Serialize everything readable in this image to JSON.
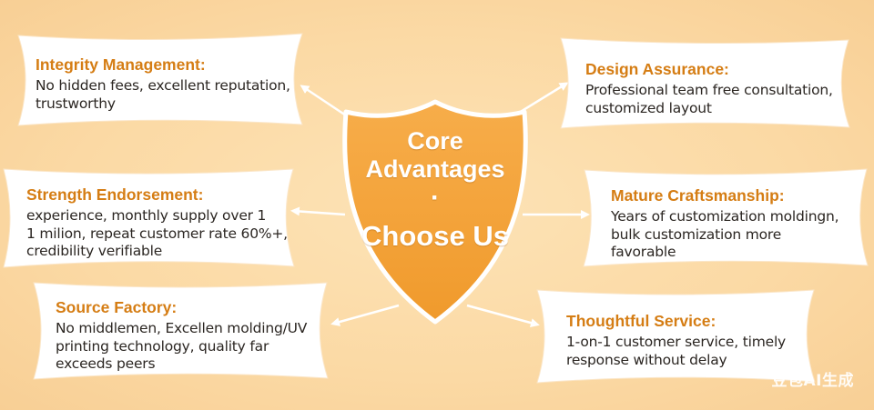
{
  "center": {
    "line1": "Core",
    "line2": "Advantages",
    "separator": "·",
    "line3": "Choose Us"
  },
  "cards": [
    {
      "title": "Integrity Management:",
      "lines": [
        "No hidden fees, excellent reputation,",
        "trustworthy"
      ]
    },
    {
      "title": "Design Assurance:",
      "lines": [
        "Professional team free consultation,",
        "customized layout"
      ]
    },
    {
      "title": "Strength Endorsement:",
      "lines": [
        "experience, monthly supply over 1",
        "1 milion, repeat customer rate 60%+,",
        "credibility verifiable"
      ]
    },
    {
      "title": "Mature Craftsmanship:",
      "lines": [
        "Years of customization moldingn,",
        "bulk customization more",
        "favorable"
      ]
    },
    {
      "title": "Source Factory:",
      "lines": [
        "No middlemen, Excellen molding/UV",
        "printing technology, quality far",
        "exceeds peers"
      ]
    },
    {
      "title": "Thoughtful Service:",
      "lines": [
        "1-on-1 customer service, timely",
        "response without delay"
      ]
    }
  ],
  "watermark": "豆包AI生成",
  "colors": {
    "accent": "#d57d14",
    "shield": "#f4a23c",
    "shield_border": "#ffffff",
    "background": "#fbd9a4"
  }
}
